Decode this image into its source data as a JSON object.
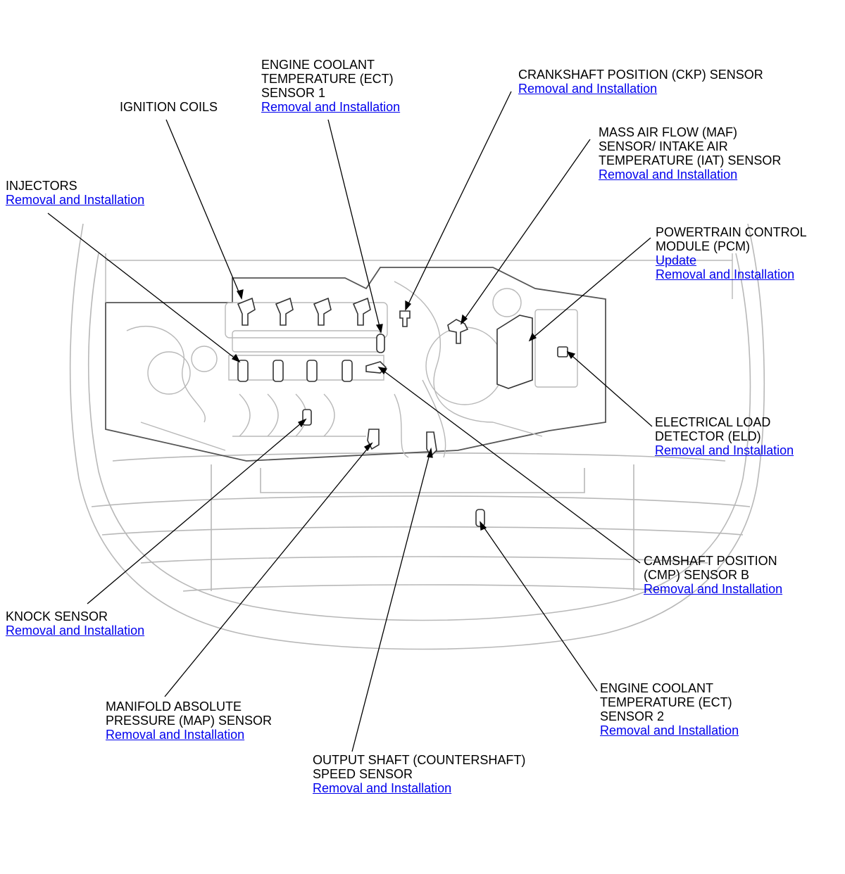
{
  "callouts": {
    "ignition_coils": {
      "lines": [
        "IGNITION COILS"
      ],
      "links": []
    },
    "ect1": {
      "lines": [
        "ENGINE COOLANT",
        "TEMPERATURE (ECT)",
        "SENSOR 1"
      ],
      "links": [
        "Removal and Installation"
      ]
    },
    "ckp": {
      "lines": [
        "CRANKSHAFT POSITION (CKP) SENSOR"
      ],
      "links": [
        "Removal and Installation"
      ]
    },
    "maf": {
      "lines": [
        "MASS AIR FLOW (MAF)",
        "SENSOR/ INTAKE AIR",
        "TEMPERATURE (IAT) SENSOR"
      ],
      "links": [
        "Removal and Installation"
      ]
    },
    "injectors": {
      "lines": [
        "INJECTORS"
      ],
      "links": [
        "Removal and Installation"
      ]
    },
    "pcm": {
      "lines": [
        "POWERTRAIN CONTROL",
        "MODULE (PCM)"
      ],
      "links": [
        "Update",
        "Removal and Installation"
      ]
    },
    "eld": {
      "lines": [
        "ELECTRICAL LOAD",
        "DETECTOR (ELD)"
      ],
      "links": [
        "Removal and Installation"
      ]
    },
    "cmp": {
      "lines": [
        "CAMSHAFT POSITION",
        "(CMP) SENSOR B"
      ],
      "links": [
        "Removal and Installation"
      ]
    },
    "knock": {
      "lines": [
        "KNOCK SENSOR"
      ],
      "links": [
        "Removal and Installation"
      ]
    },
    "map": {
      "lines": [
        "MANIFOLD ABSOLUTE",
        "PRESSURE (MAP) SENSOR"
      ],
      "links": [
        "Removal and Installation"
      ]
    },
    "ect2": {
      "lines": [
        "ENGINE COOLANT",
        "TEMPERATURE (ECT)",
        "SENSOR 2"
      ],
      "links": [
        "Removal and Installation"
      ]
    },
    "vss": {
      "lines": [
        "OUTPUT SHAFT (COUNTERSHAFT)",
        "SPEED SENSOR"
      ],
      "links": [
        "Removal and Installation"
      ]
    }
  },
  "colors": {
    "link": "#0000ee",
    "drawing": "#b8b8b8",
    "leader": "#000000"
  }
}
